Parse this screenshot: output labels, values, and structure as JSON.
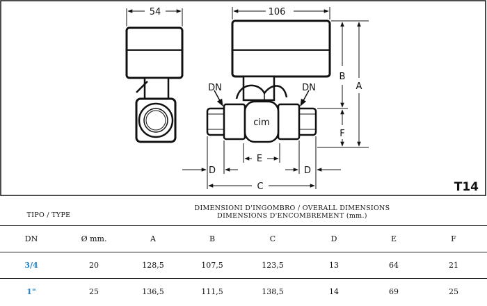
{
  "drawing": {
    "dim_top_left": "54",
    "dim_top_right": "106",
    "label_dn_left": "DN",
    "label_dn_right": "DN",
    "label_a": "A",
    "label_b": "B",
    "label_f": "F",
    "label_e": "E",
    "label_d_left": "D",
    "label_d_right": "D",
    "label_c": "C",
    "body_mark": "cim",
    "model_code": "T14"
  },
  "table": {
    "type_header": "TIPO / TYPE",
    "dims_header_line1": "DIMENSIONI D'INGOMBRO / OVERALL DIMENSIONS",
    "dims_header_line2": "DIMENSIONS D'ENCOMBREMENT (mm.)",
    "columns": [
      "DN",
      "Ø mm.",
      "A",
      "B",
      "C",
      "D",
      "E",
      "F"
    ],
    "rows": [
      [
        "3/4",
        "20",
        "128,5",
        "107,5",
        "123,5",
        "13",
        "64",
        "21"
      ],
      [
        "1\"",
        "25",
        "136,5",
        "111,5",
        "138,5",
        "14",
        "69",
        "25"
      ]
    ],
    "highlight_color": "#1f86c8"
  }
}
